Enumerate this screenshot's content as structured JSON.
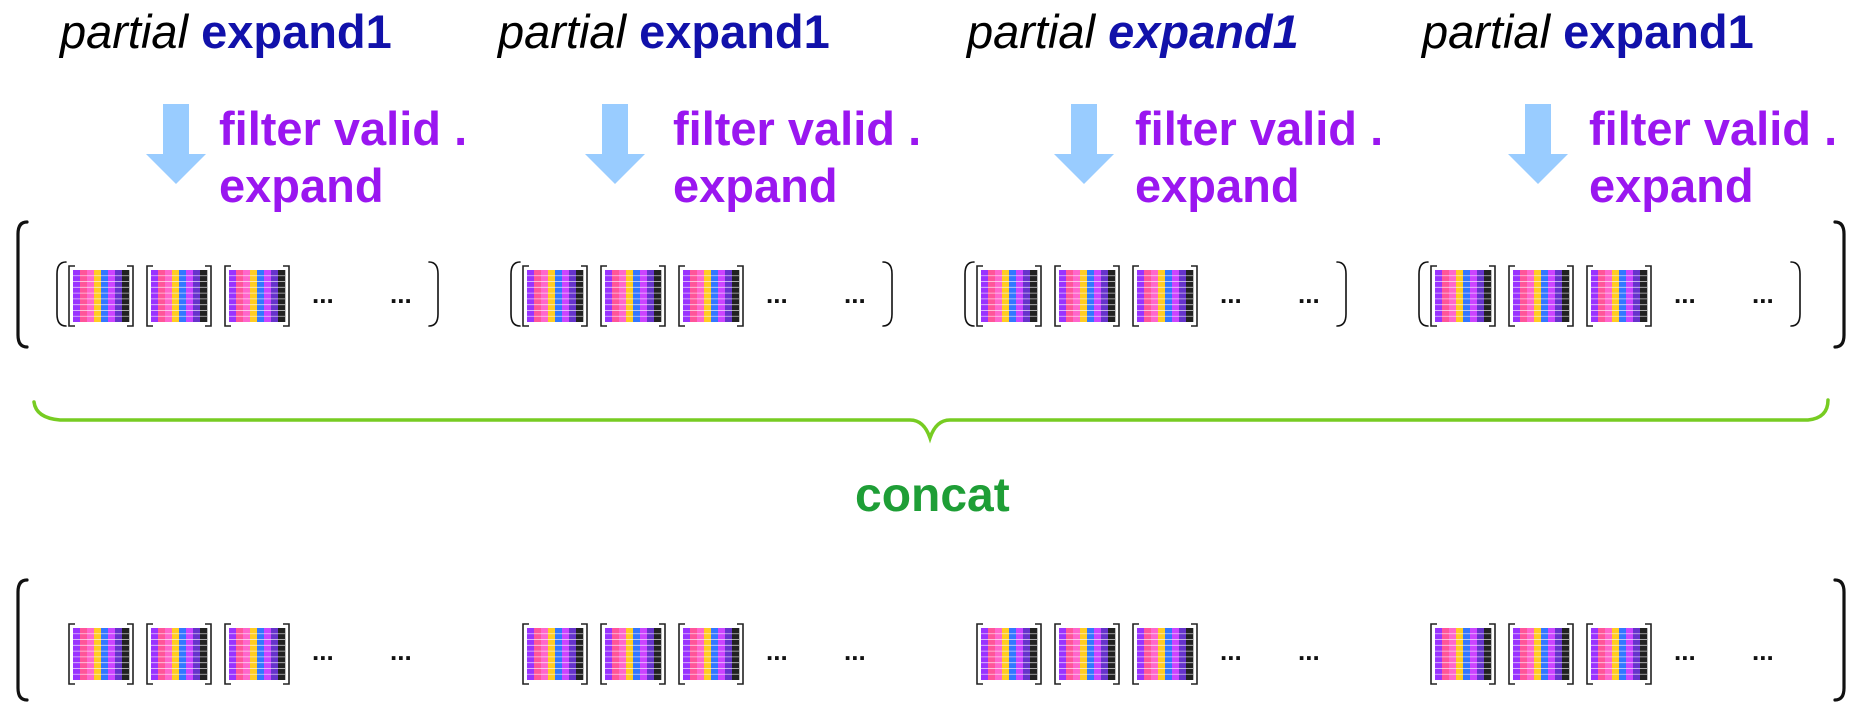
{
  "columns": [
    {
      "word1": "partial",
      "word2": "expand1",
      "word2_italic": false,
      "filter_line1": "filter valid .",
      "filter_line2": "expand"
    },
    {
      "word1": "partial",
      "word2": "expand1",
      "word2_italic": false,
      "filter_line1": "filter valid .",
      "filter_line2": "expand"
    },
    {
      "word1": "partial",
      "word2": "expand1",
      "word2_italic": true,
      "filter_line1": "filter valid .",
      "filter_line2": "expand"
    },
    {
      "word1": "partial",
      "word2": "expand1",
      "word2_italic": false,
      "filter_line1": "filter valid .",
      "filter_line2": "expand"
    }
  ],
  "ellipsis": "...",
  "concat_label": "concat",
  "colors": {
    "title_bold": "#1111aa",
    "filter_text": "#9a16f0",
    "arrow": "#99ccff",
    "brace": "#77cc22",
    "concat_text": "#1e9e36",
    "matrix_stripes": [
      "#9933ff",
      "#ff5599",
      "#ff66cc",
      "#ffcc22",
      "#3377ff",
      "#cc44ff",
      "#6633cc",
      "#222222"
    ]
  },
  "icons": [
    "down-arrow-icon",
    "matrix-icon",
    "bracket",
    "curly-brace"
  ]
}
